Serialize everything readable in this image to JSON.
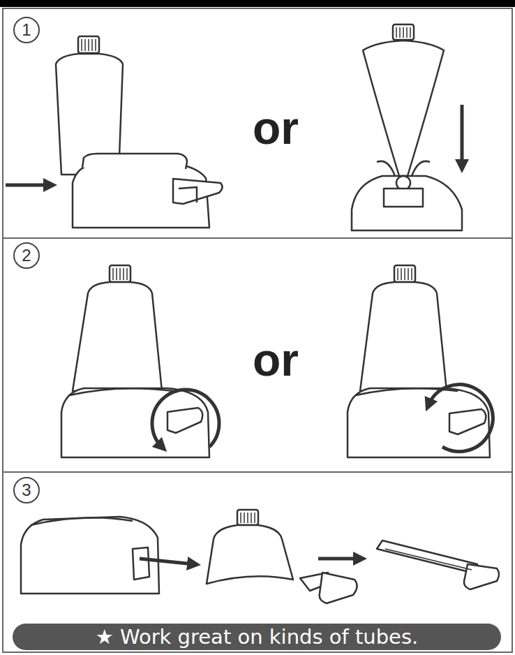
{
  "diagram": {
    "nodes": [
      {
        "text": [
          "1"
        ]
      },
      {
        "text": [
          "2"
        ]
      },
      {
        "text": [
          "3"
        ]
      },
      {
        "text": [
          "★ Work great on kinds of tubes."
        ]
      }
    ],
    "labels": [
      "or",
      "or"
    ]
  }
}
